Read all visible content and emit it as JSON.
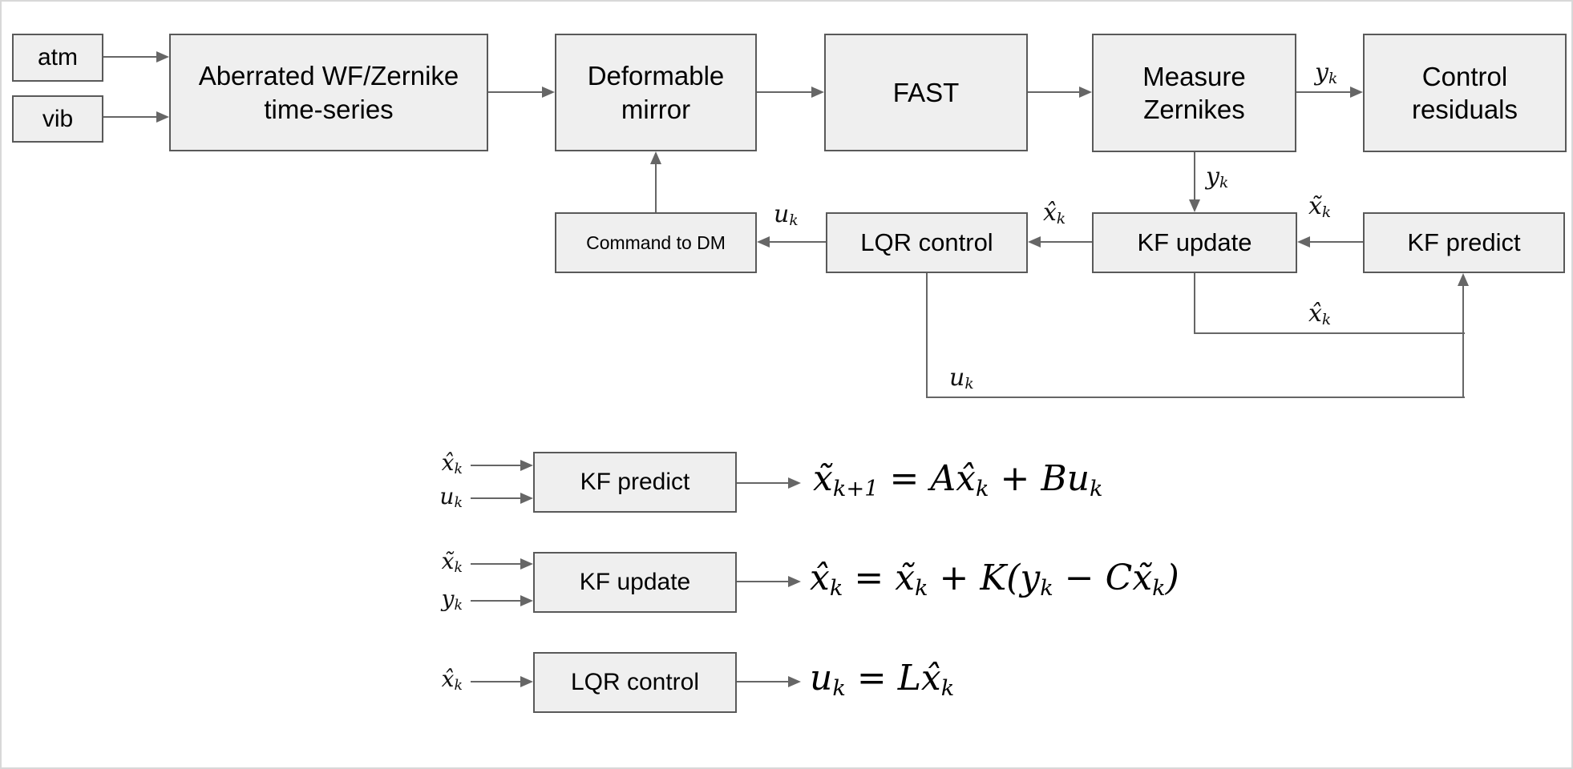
{
  "palette": {
    "box_fill": "#efefef",
    "box_border": "#595959",
    "arrow": "#666666",
    "text": "#000000",
    "page_border": "#d8d8d8"
  },
  "blocks": {
    "atm": "atm",
    "vib": "vib",
    "aberrated": "Aberrated WF/Zernike time-series",
    "deformable": "Deformable mirror",
    "fast": "FAST",
    "measure": "Measure Zernikes",
    "residuals": "Control residuals",
    "command": "Command to DM",
    "lqr_control": "LQR control",
    "kf_update": "KF update",
    "kf_predict": "KF predict"
  },
  "signals": {
    "y_k": [
      {
        "t": "y"
      },
      {
        "s": "k"
      }
    ],
    "u_k": [
      {
        "t": "u"
      },
      {
        "s": "k"
      }
    ],
    "xhat_k": [
      {
        "t": "x̂"
      },
      {
        "s": "k"
      }
    ],
    "xtilde_k": [
      {
        "t": "x̃"
      },
      {
        "s": "k"
      }
    ]
  },
  "equations": {
    "kf_predict": [
      {
        "t": "x̃"
      },
      {
        "s": "k+1"
      },
      {
        "t": " = Ax̂"
      },
      {
        "s": "k"
      },
      {
        "t": " + Bu"
      },
      {
        "s": "k"
      }
    ],
    "kf_update": [
      {
        "t": "x̂"
      },
      {
        "s": "k"
      },
      {
        "t": " = x̃"
      },
      {
        "s": "k"
      },
      {
        "t": " + K(y"
      },
      {
        "s": "k"
      },
      {
        "t": " − Cx̃"
      },
      {
        "s": "k"
      },
      {
        "t": ")"
      }
    ],
    "lqr_control": [
      {
        "t": "u"
      },
      {
        "s": "k"
      },
      {
        "t": " = Lx̂"
      },
      {
        "s": "k"
      }
    ]
  }
}
